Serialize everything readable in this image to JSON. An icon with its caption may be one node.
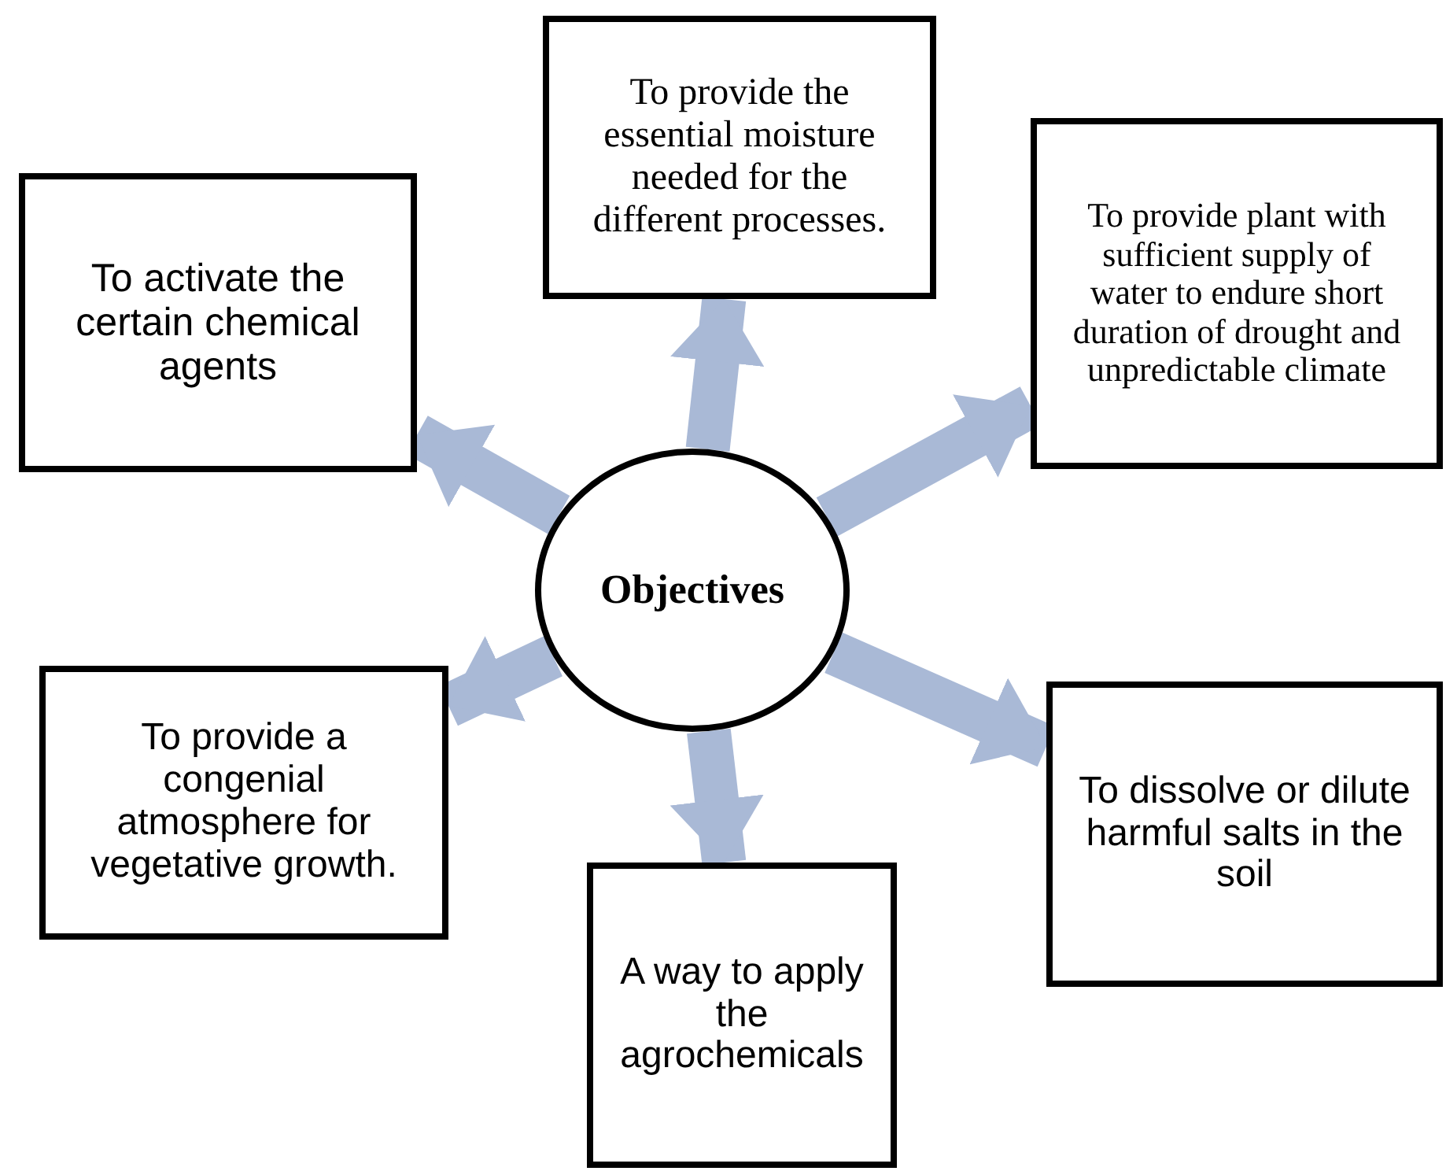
{
  "diagram": {
    "nodes": [
      {
        "text": [
          "Objectives"
        ]
      },
      {
        "text": [
          "To activate the certain chemical agents"
        ]
      },
      {
        "text": [
          "To provide the essential moisture needed for the different processes."
        ]
      },
      {
        "text": [
          "To provide plant with sufficient supply of water to endure short duration of drought and unpredictable climate"
        ]
      },
      {
        "text": [
          "To provide a congenial atmosphere for vegetative growth."
        ]
      },
      {
        "text": [
          "To dissolve or dilute harmful salts in the soil"
        ]
      },
      {
        "text": [
          "A way to apply the agrochemicals"
        ]
      }
    ],
    "edges": [
      {
        "from": 0,
        "to": 1,
        "arrow": "to"
      },
      {
        "from": 0,
        "to": 2,
        "arrow": "to"
      },
      {
        "from": 0,
        "to": 3,
        "arrow": "to"
      },
      {
        "from": 0,
        "to": 4,
        "arrow": "to"
      },
      {
        "from": 0,
        "to": 5,
        "arrow": "to"
      },
      {
        "from": 0,
        "to": 6,
        "arrow": "to"
      }
    ]
  }
}
